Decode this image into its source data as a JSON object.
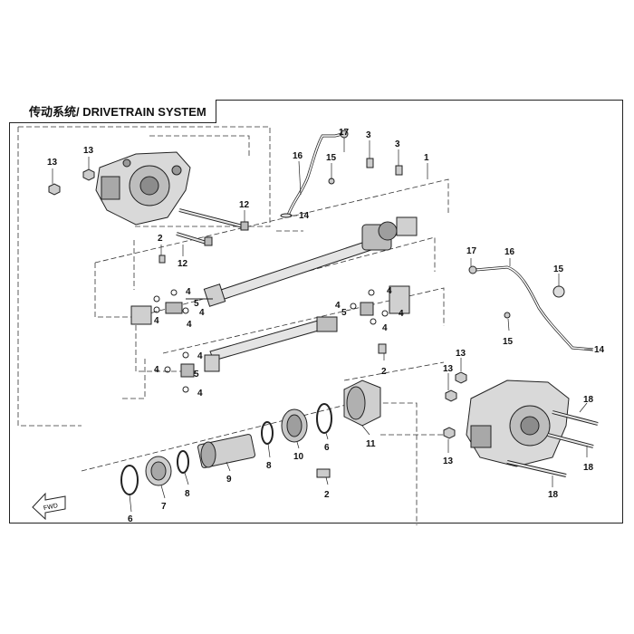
{
  "title": "传动系统/ DRIVETRAIN SYSTEM",
  "fwd_label": "FWD",
  "callouts": [
    "13",
    "13",
    "12",
    "12",
    "2",
    "16",
    "17",
    "15",
    "14",
    "3",
    "3",
    "1",
    "4",
    "4",
    "4",
    "5",
    "4",
    "4",
    "5",
    "4",
    "4",
    "4",
    "5",
    "4",
    "4",
    "4",
    "2",
    "17",
    "16",
    "15",
    "15",
    "14",
    "13",
    "13",
    "18",
    "18",
    "13",
    "18",
    "11",
    "6",
    "10",
    "8",
    "9",
    "8",
    "7",
    "6",
    "2"
  ]
}
